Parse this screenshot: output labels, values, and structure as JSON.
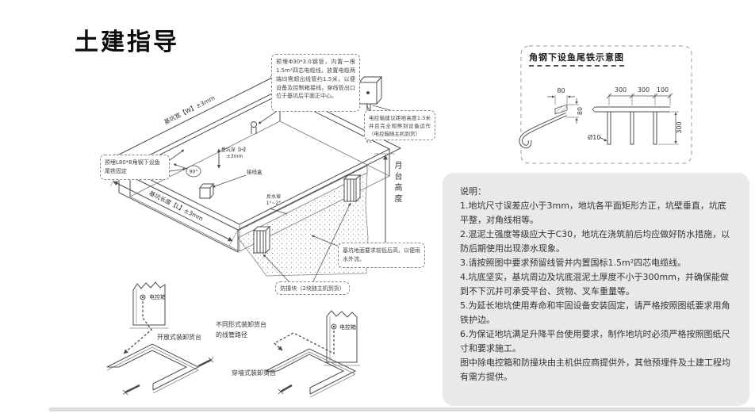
{
  "page": {
    "title": "土建指导"
  },
  "main_diagram": {
    "callouts": {
      "pipe": "预埋Φ30*3.0钢管，内置一根1.5m²四芯电缆线，放置电缆两端均需超出线管约1.5米，以便设备及控制箱接线，穿线管出口位于基坑后平面正中心。",
      "control_box": "电控箱建议距地高度1.3米并且完全观察到设备运作（电控箱随主机到货）",
      "angle_steel": "预埋L80*8角钢下设鱼尾铁固定",
      "pit_floor": "基坑地面要求前低后高，以便雨水外流。",
      "bumper": "防撞块（2块随主机到货）"
    },
    "labels": {
      "pit_width": "基坑宽【W】±3mm",
      "pit_length": "基坑长度【L】±3mm",
      "pit_depth_line1": "基坑深【H】",
      "pit_depth_line2": "±3mm",
      "slope_line1": "反水坡",
      "slope_line2": "1°~2°",
      "junction_box": "接线盒",
      "corner_angle": "90°",
      "platform_height": "月台高度"
    }
  },
  "dock_diagrams": {
    "open_type": {
      "control_box": "电控箱",
      "caption": "开放式装卸货台"
    },
    "conduit_note": "不同形式装卸货台的线管路径",
    "through_wall": {
      "control_box": "电控箱",
      "caption": "穿墙式装卸货台"
    }
  },
  "detail_drawing": {
    "title": "角钢下设鱼尾铁示意图",
    "dims": {
      "hook_width": "80",
      "hook_height": "80",
      "span_1": "300",
      "span_2": "300",
      "span_3": "100",
      "rod_length": "300",
      "rod_diameter": "Ø10"
    }
  },
  "notes": {
    "heading": "说明：",
    "items": [
      "1.地坑尺寸误差应小于3mm，地坑各平面矩形方正，坑壁垂直，坑底平整，对角线相等。",
      "2.混泥土强度等级应大于C30，地坑在浇筑前后均应做好防水措施，以防后期使用出现渗水现象。",
      "3.请按照图中要求预留线管并内置国标1.5m²四芯电缆线。",
      "4.坑底坚实，基坑周边及坑底混泥土厚度不小于300mm，并确保能做到不下沉并可承受平台、货物、叉车重量等。",
      "5.为延长地坑使用寿命和牢固设备安装固定，请严格按照图纸要求用角铁护边。",
      "6.为保证地坑满足升降平台使用要求，制作地坑时必须严格按照图纸尺寸和要求施工。",
      "图中除电控箱和防撞块由主机供应商提供外，其他预埋件及土建工程均有需方提供。"
    ]
  },
  "colors": {
    "line": "#4d4d4d",
    "notes_bg": "#e9e9e9",
    "text": "#333333"
  }
}
